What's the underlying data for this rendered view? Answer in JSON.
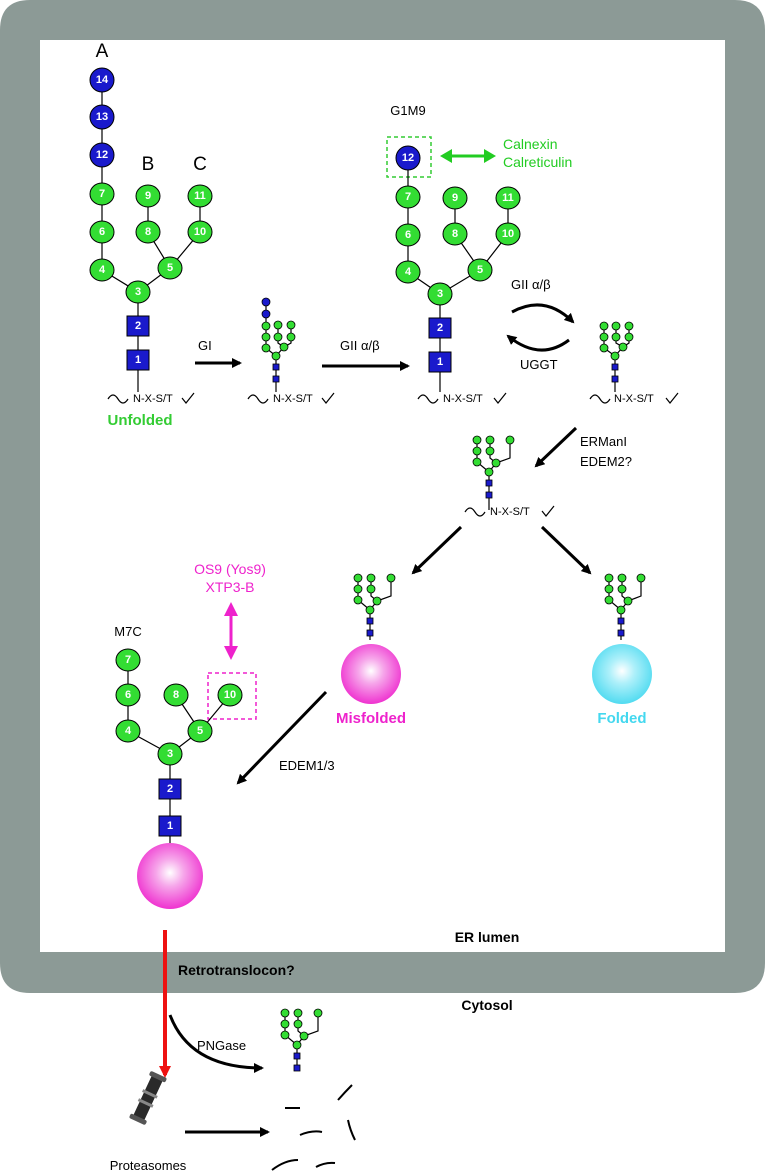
{
  "colors": {
    "er_frame": "#8c9a96",
    "glucose_blue": "#1a1acc",
    "mannose_green": "#33dd33",
    "chaperone_green": "#22cc22",
    "lectin_magenta": "#ee22cc",
    "folded_cyan": "#44d8ef",
    "misfolded_magenta": "#ee22cc",
    "arrow_red": "#ee1111"
  },
  "labels": {
    "branch_a": "A",
    "branch_b": "B",
    "branch_c": "C",
    "g1m9": "G1M9",
    "m7c": "M7C",
    "sequon": "N-X-S/T",
    "unfolded": "Unfolded",
    "misfolded": "Misfolded",
    "folded": "Folded",
    "er_lumen": "ER lumen",
    "cytosol": "Cytosol",
    "proteasomes": "Proteasomes"
  },
  "enzymes": {
    "gi": "GI",
    "gii_1": "GII α/β",
    "gii_2": "GII α/β",
    "uggt": "UGGT",
    "ermani": "ERManI",
    "edem2": "EDEM2?",
    "edem13": "EDEM1/3",
    "pngase": "PNGase",
    "retro": "Retrotranslocon?"
  },
  "chaperones": {
    "calnexin": "Calnexin",
    "calreticulin": "Calreticulin",
    "os9": "OS9 (Yos9)",
    "xtp3b": "XTP3-B"
  },
  "residues": {
    "full": [
      "1",
      "2",
      "3",
      "4",
      "5",
      "6",
      "7",
      "8",
      "9",
      "10",
      "11",
      "12",
      "13",
      "14"
    ],
    "g1m9": [
      "1",
      "2",
      "3",
      "4",
      "5",
      "6",
      "7",
      "8",
      "9",
      "10",
      "11",
      "12"
    ],
    "m7c": [
      "1",
      "2",
      "3",
      "4",
      "5",
      "6",
      "7",
      "8",
      "10"
    ]
  }
}
